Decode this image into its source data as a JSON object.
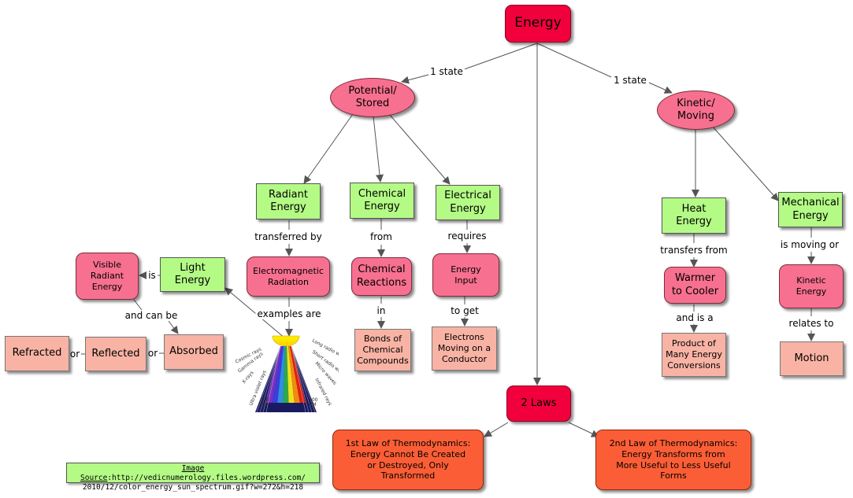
{
  "nodes": {
    "energy": "Energy",
    "potential": "Potential/\nStored",
    "kinetic": "Kinetic/\nMoving",
    "radiant": "Radiant\nEnergy",
    "chemical": "Chemical\nEnergy",
    "electrical": "Electrical\nEnergy",
    "heat": "Heat\nEnergy",
    "mechanical": "Mechanical\nEnergy",
    "emr": "Electromagnetic\nRadiation",
    "chem_reactions": "Chemical\nReactions",
    "energy_input": "Energy\nInput",
    "warmer": "Warmer\nto Cooler",
    "kinetic_energy": "Kinetic\nEnergy",
    "light": "Light\nEnergy",
    "visible": "Visible\nRadiant\nEnergy",
    "bonds": "Bonds of\nChemical\nCompounds",
    "electrons": "Electrons\nMoving on a\nConductor",
    "product": "Product of\nMany Energy\nConversions",
    "motion": "Motion",
    "refracted": "Refracted",
    "reflected": "Reflected",
    "absorbed": "Absorbed",
    "laws": "2 Laws",
    "law1": "1st Law of Thermodynamics:\nEnergy Cannot Be Created\nor Destroyed, Only\nTransformed",
    "law2": "2nd Law of Thermodynamics:\nEnergy Transforms from\nMore Useful to Less Useful\nForms"
  },
  "links": {
    "state1": "1 state",
    "state2": "1 state",
    "transferred_by": "transferred by",
    "from": "from",
    "requires": "requires",
    "transfers_from": "transfers from",
    "is_moving_or": "is moving or",
    "examples_are": "examples are",
    "in": "in",
    "to_get": "to get",
    "and_is_a": "and is a",
    "relates_to": "relates to",
    "is": "is",
    "and_can_be": "and can be",
    "or1": "or",
    "or2": "or"
  },
  "spectrum": {
    "left_labels": [
      "Cosmic rays",
      "Gamma rays",
      "X-rays",
      "Ultra violet rays"
    ],
    "right_labels": [
      "Long radio waves",
      "Short radio waves",
      "Micro waves",
      "Infrared rays"
    ],
    "nm_left": "400\nNM",
    "nm_right": "700\nNM",
    "band_colors": [
      "#7d2fbf",
      "#3d3dd8",
      "#2f8fe0",
      "#2fa84a",
      "#f0e020",
      "#f08a10",
      "#e02010"
    ]
  },
  "source": {
    "label": "Image Source",
    "text1": ":http://vedicnumerology.files.wordpress.com/",
    "text2": "2010/12/color_energy_sun_spectrum.gif?w=272&h=218"
  },
  "colors": {
    "red": "#f2003c",
    "pink": "#f7708f",
    "green": "#b4fb86",
    "salmon": "#f8b3a4",
    "orange": "#fb5e36"
  }
}
